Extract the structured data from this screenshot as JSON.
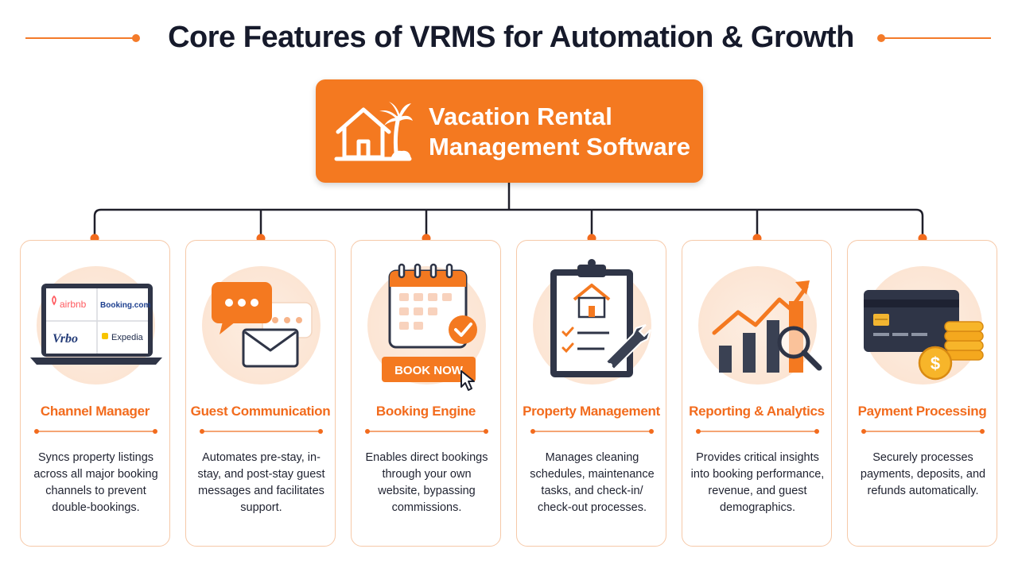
{
  "title": "Core Features of VRMS for Automation & Growth",
  "hub": {
    "title_line1": "Vacation Rental",
    "title_line2": "Management Software",
    "icon": "beach-house-icon"
  },
  "colors": {
    "accent": "#f47920",
    "heading": "#161a2b",
    "card_border": "#f6c9a8",
    "icon_bg": "#fde9da",
    "dark": "#2f3547"
  },
  "features": [
    {
      "title": "Channel Manager",
      "description": "Syncs property listings across all major booking channels to prevent double-bookings.",
      "icon": "laptop-channels-icon",
      "channels": [
        "airbnb",
        "Booking.com",
        "Vrbo",
        "Expedia"
      ]
    },
    {
      "title": "Guest Communication",
      "description": "Automates pre-stay, in-stay, and post-stay guest messages and facilitates support.",
      "icon": "chat-envelope-icon"
    },
    {
      "title": "Booking Engine",
      "description": "Enables direct bookings through your own website, bypassing commissions.",
      "icon": "calendar-check-icon",
      "button_label": "BOOK NOW"
    },
    {
      "title": "Property Management",
      "description": "Manages cleaning schedules, maintenance tasks, and check-in/ check-out processes.",
      "icon": "clipboard-wrench-icon"
    },
    {
      "title": "Reporting & Analytics",
      "description": "Provides critical insights into booking performance, revenue, and guest demographics.",
      "icon": "bar-chart-magnifier-icon"
    },
    {
      "title": "Payment Processing",
      "description": "Securely processes payments, deposits, and refunds automatically.",
      "icon": "credit-card-coins-icon"
    }
  ]
}
